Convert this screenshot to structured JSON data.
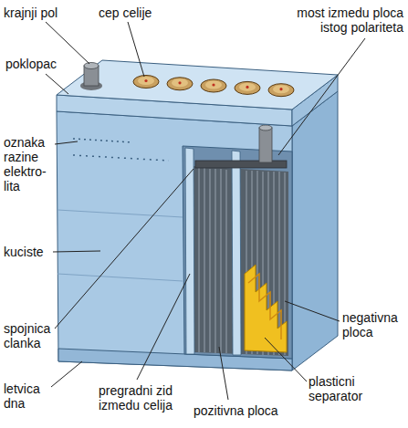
{
  "diagram": {
    "labels": [
      "krajnji pol",
      "cep celije",
      "most izmedu ploca istog polariteta",
      "poklopac",
      "oznaka razine elektro- lita",
      "kuciste",
      "spojnica clanka",
      "letvica dna",
      "pregradni zid izmedu celija",
      "pozitivna ploca",
      "negativna ploca",
      "plasticni separator"
    ]
  }
}
